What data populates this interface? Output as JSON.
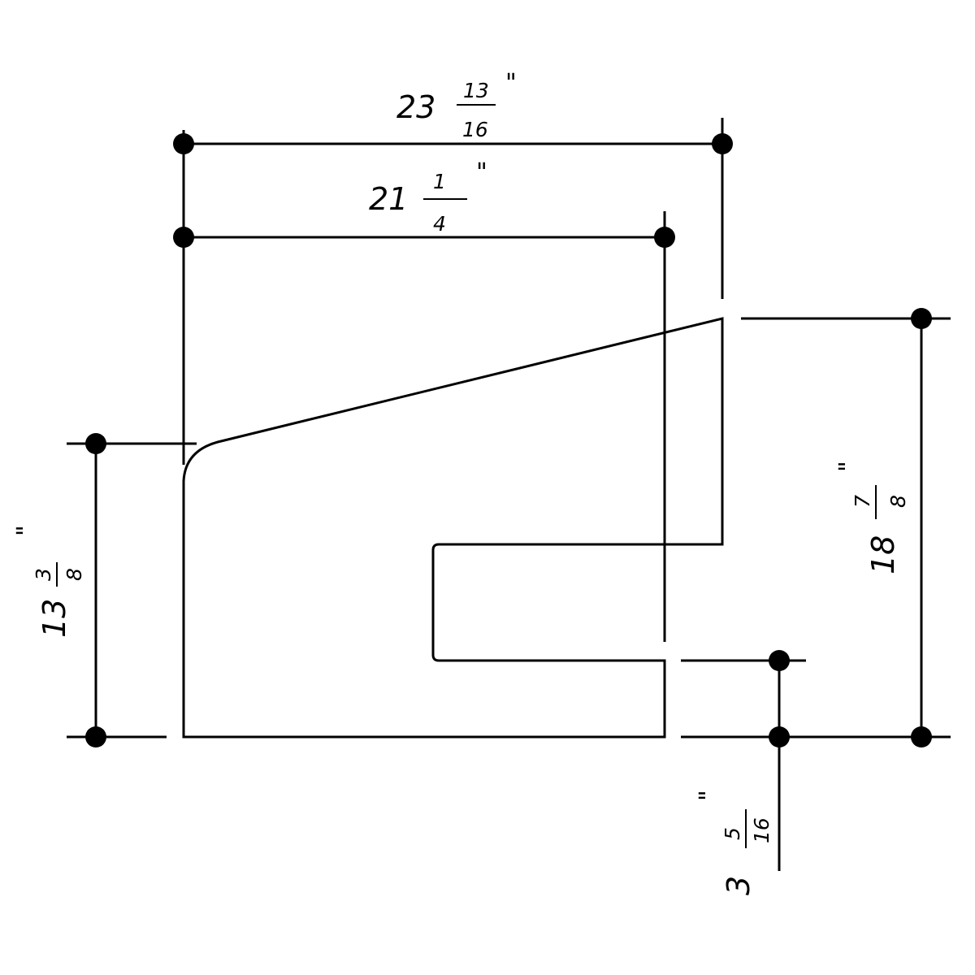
{
  "dimensions": {
    "top_outer": {
      "whole": "23",
      "numerator": "13",
      "denominator": "16",
      "unit": "\""
    },
    "top_inner": {
      "whole": "21",
      "numerator": "1",
      "denominator": "4",
      "unit": "\""
    },
    "left": {
      "whole": "13",
      "numerator": "3",
      "denominator": "8",
      "unit": "\""
    },
    "right": {
      "whole": "18",
      "numerator": "7",
      "denominator": "8",
      "unit": "\""
    },
    "bottom_notch": {
      "whole": "3",
      "numerator": "5",
      "denominator": "16",
      "unit": "\""
    }
  },
  "colors": {
    "line": "#000000",
    "background": "#ffffff"
  }
}
